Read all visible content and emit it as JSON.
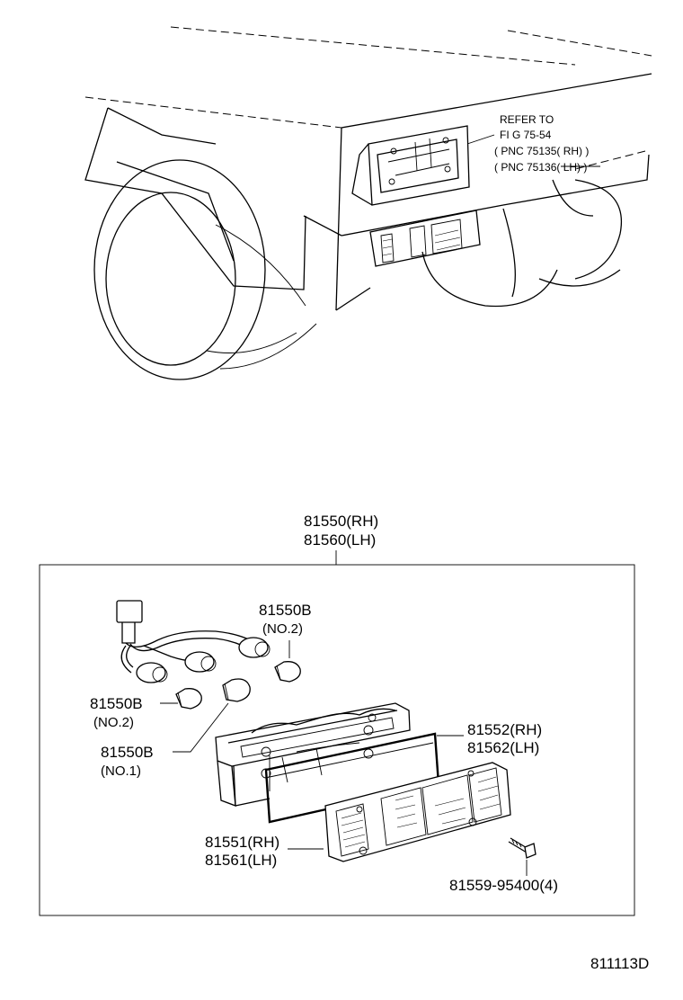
{
  "vehicle_refer": {
    "line1": "REFER TO",
    "line2": "FI G 75-54",
    "line3": "( PNC 75135( RH) )",
    "line4": "( PNC 75136( LH) )"
  },
  "assembly": {
    "label_rh": "81550(RH)",
    "label_lh": "81560(LH)"
  },
  "parts": {
    "bulb_no2_top": {
      "part": "81550B",
      "note": "(NO.2)"
    },
    "bulb_no2_left": {
      "part": "81550B",
      "note": "(NO.2)"
    },
    "bulb_no1": {
      "part": "81550B",
      "note": "(NO.1)"
    },
    "gasket": {
      "rh": "81552(RH)",
      "lh": "81562(LH)"
    },
    "lens": {
      "rh": "81551(RH)",
      "lh": "81561(LH)"
    },
    "screw": {
      "part": "81559-95400(4)"
    }
  },
  "figure_code": "811113D"
}
